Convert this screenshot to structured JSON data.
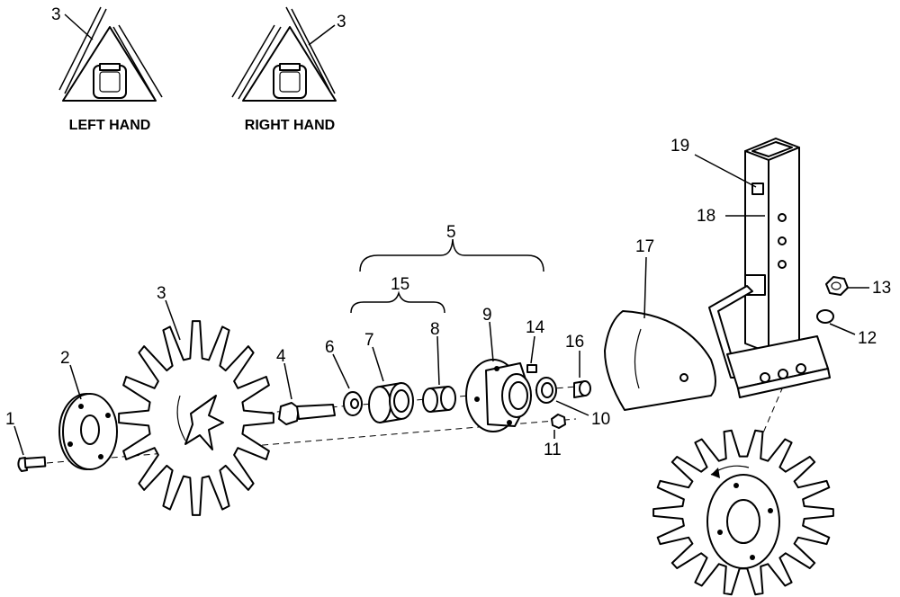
{
  "legend": {
    "left_caption": "LEFT HAND",
    "right_caption": "RIGHT HAND",
    "left_callout": "3",
    "right_callout": "3"
  },
  "callouts": {
    "c1": "1",
    "c2": "2",
    "c3": "3",
    "c4": "4",
    "c5": "5",
    "c6": "6",
    "c7": "7",
    "c8": "8",
    "c9": "9",
    "c10": "10",
    "c11": "11",
    "c12": "12",
    "c13": "13",
    "c14": "14",
    "c15": "15",
    "c16": "16",
    "c17": "17",
    "c18": "18",
    "c19": "19"
  }
}
